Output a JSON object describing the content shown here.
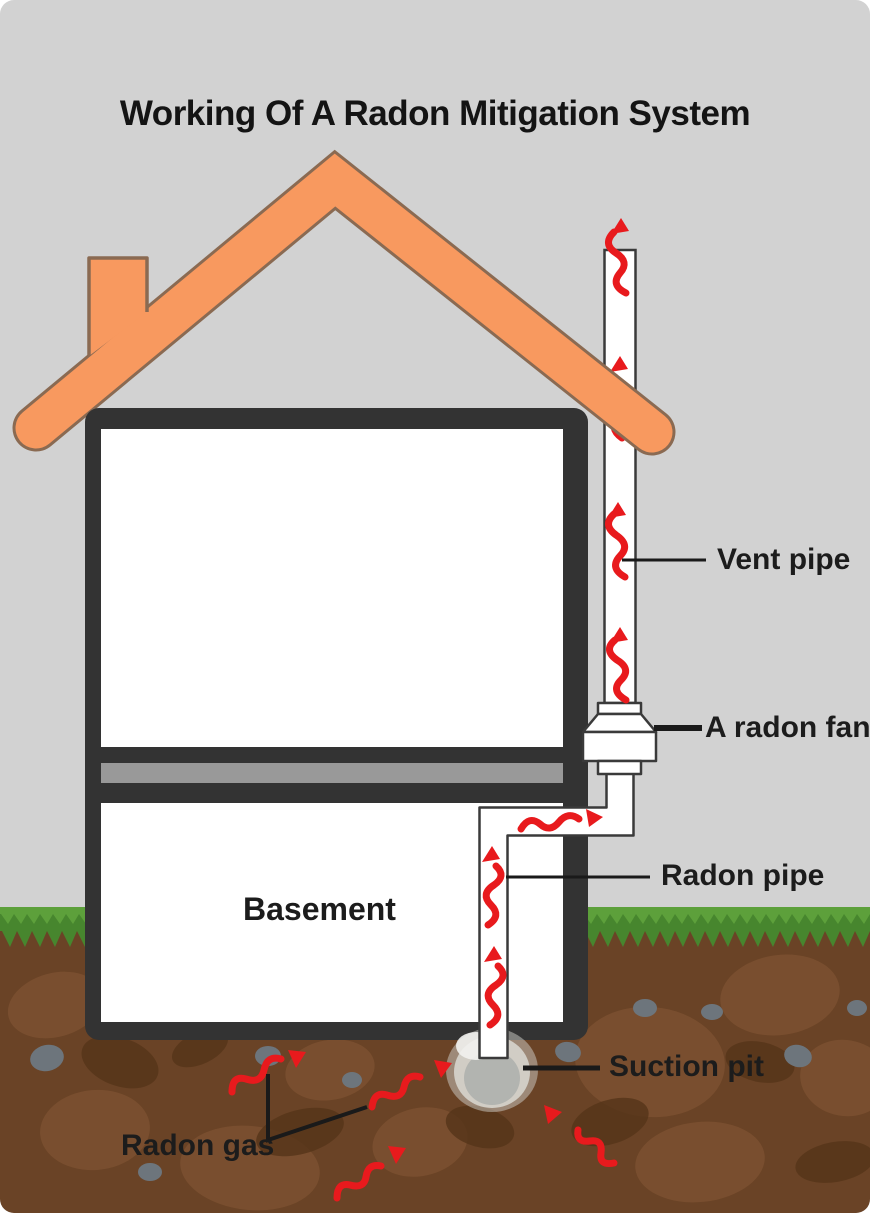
{
  "title": "Working Of A Radon Mitigation System",
  "labels": {
    "vent_pipe": "Vent pipe",
    "radon_fan": "A radon fan",
    "radon_pipe": "Radon pipe",
    "suction_pit": "Suction pit",
    "radon_gas": "Radon gas",
    "basement": "Basement"
  },
  "icons": {
    "radon_flow": "squiggle-arrow"
  },
  "colors": {
    "background": "#d2d2d2",
    "roof": "#f8995f",
    "roof_outline": "#8a6a52",
    "wall": "#333333",
    "floor_gray": "#999999",
    "pipe_fill": "#ffffff",
    "pipe_outline": "#3a3a3a",
    "arrow_red": "#e81a1d",
    "leader_line": "#1a1a1a",
    "grass": "#47862e",
    "grass_light": "#5da03b",
    "soil": "#6a4326",
    "soil_light": "#7b5030",
    "soil_dark": "#553519",
    "stone": "#6d757c",
    "suction_pit_gray": "#b2b4b0",
    "label_text": "#1c1c1c"
  }
}
